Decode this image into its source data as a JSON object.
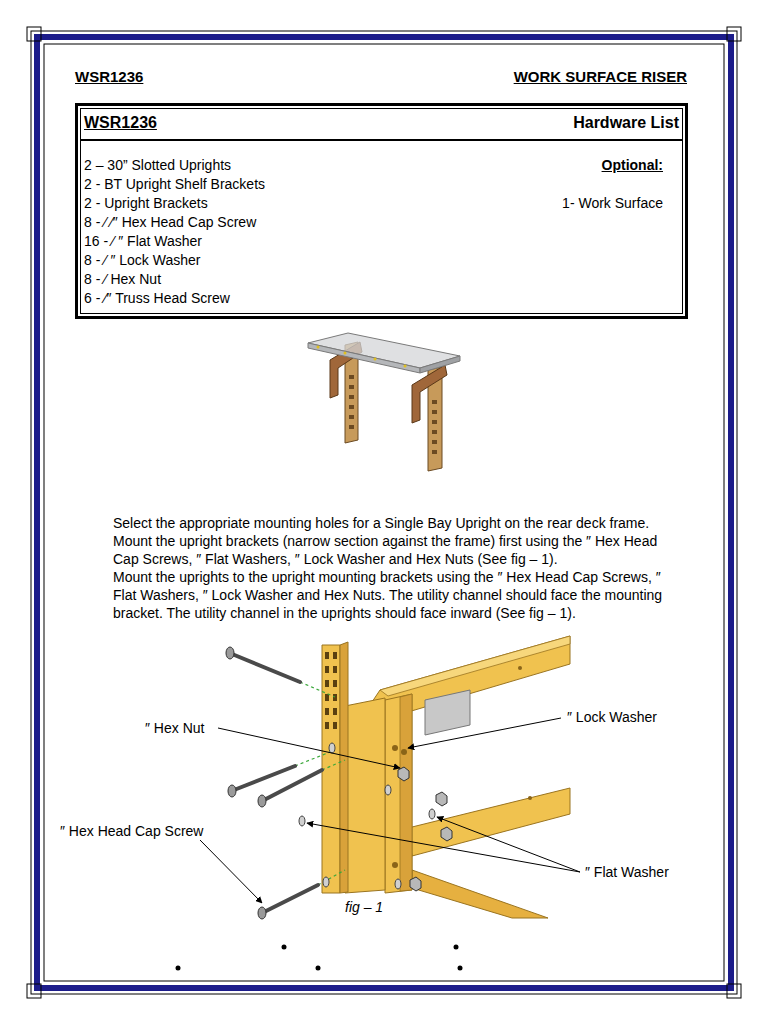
{
  "diagram": {
    "title": "WORK SURFACE RISER",
    "caption": "fig – 1",
    "nodes": [
      {
        "text": [
          "WSR1236",
          "Hardware List",
          "2 – 30” Slotted Uprights",
          "2 - BT Upright Shelf Brackets",
          "2 - Upright Brackets",
          "8 - ⁄ ⁄″ Hex Head Cap Screw",
          "16 - ⁄ ″ Flat Washer",
          "8 - ⁄ ″ Lock Washer",
          "8 - ⁄ Hex Nut",
          "6 - ⁄″ Truss Head Screw",
          "Optional:",
          "1- Work Surface"
        ]
      }
    ],
    "labels": [
      "WSR1236",
      "Select the appropriate mounting holes for a Single Bay Upright on the rear deck frame. Mount the upright brackets (narrow section against the frame) first using the ″ Hex Head Cap Screws, ″ Flat Washers, ″ Lock Washer and Hex Nuts (See fig – 1).",
      "Mount the uprights to the upright mounting brackets using the ″ Hex Head Cap Screws, ″ Flat Washers, ″ Lock Washer and Hex Nuts. The utility channel should face the mounting bracket. The utility channel in the uprights should face inward (See fig – 1).",
      "″ Hex Nut",
      "″ Lock Washer",
      "″ Hex Head Cap Screw",
      "″ Flat Washer"
    ]
  }
}
